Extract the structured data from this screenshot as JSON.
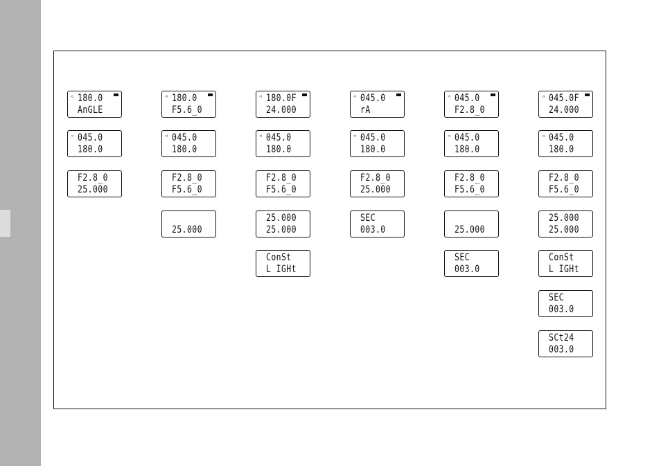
{
  "displays": [
    {
      "id": "c1-1",
      "arrow": "◃",
      "line1": "180.0",
      "line2": "AnGLE",
      "battery": true
    },
    {
      "id": "c1-2",
      "arrow": "◃",
      "line1": "045.0",
      "line2": "180.0",
      "battery": false
    },
    {
      "id": "c1-3",
      "arrow": "",
      "line1": "F2.8_0",
      "line2": "25.000",
      "battery": false
    },
    {
      "id": "c2-1",
      "arrow": "◃",
      "line1": "180.0",
      "line2": "F5.6_0",
      "battery": true
    },
    {
      "id": "c2-2",
      "arrow": "◃",
      "line1": "045.0",
      "line2": "180.0",
      "battery": false
    },
    {
      "id": "c2-3",
      "arrow": "",
      "line1": "F2.8_0",
      "line2": "F5.6_0",
      "battery": false
    },
    {
      "id": "c2-4",
      "arrow": "",
      "line1": "",
      "line2": "25.000",
      "battery": false
    },
    {
      "id": "c3-1",
      "arrow": "◃",
      "line1": "180.0F",
      "line2": "24.000",
      "battery": true
    },
    {
      "id": "c3-2",
      "arrow": "◃",
      "line1": "045.0",
      "line2": "180.0",
      "battery": false
    },
    {
      "id": "c3-3",
      "arrow": "",
      "line1": "F2.8_0",
      "line2": "F5.6_0",
      "battery": false
    },
    {
      "id": "c3-4",
      "arrow": "",
      "line1": "25.000",
      "line2": "25.000",
      "battery": false
    },
    {
      "id": "c3-5",
      "arrow": "",
      "line1": "ConSt",
      "line2": "L IGHt",
      "battery": false
    },
    {
      "id": "c4-1",
      "arrow": "◃",
      "line1": "045.0",
      "line2": "rA",
      "battery": true
    },
    {
      "id": "c4-2",
      "arrow": "◃",
      "line1": "045.0",
      "line2": "180.0",
      "battery": false
    },
    {
      "id": "c4-3",
      "arrow": "",
      "line1": "F2.8_0",
      "line2": "25.000",
      "battery": false
    },
    {
      "id": "c4-4",
      "arrow": "",
      "line1": "SEC",
      "line2": "003.0",
      "battery": false
    },
    {
      "id": "c5-1",
      "arrow": "◃",
      "line1": "045.0",
      "line2": "F2.8_0",
      "battery": true
    },
    {
      "id": "c5-2",
      "arrow": "◃",
      "line1": "045.0",
      "line2": "180.0",
      "battery": false
    },
    {
      "id": "c5-3",
      "arrow": "",
      "line1": "F2.8_0",
      "line2": "F5.6_0",
      "battery": false
    },
    {
      "id": "c5-4",
      "arrow": "",
      "line1": "",
      "line2": "25.000",
      "battery": false
    },
    {
      "id": "c5-5",
      "arrow": "",
      "line1": "SEC",
      "line2": "003.0",
      "battery": false
    },
    {
      "id": "c6-1",
      "arrow": "◃",
      "line1": "045.0F",
      "line2": "24.000",
      "battery": true
    },
    {
      "id": "c6-2",
      "arrow": "◃",
      "line1": "045.0",
      "line2": "180.0",
      "battery": false
    },
    {
      "id": "c6-3",
      "arrow": "",
      "line1": "F2.8_0",
      "line2": "F5.6_0",
      "battery": false
    },
    {
      "id": "c6-4",
      "arrow": "",
      "line1": "25.000",
      "line2": "25.000",
      "battery": false
    },
    {
      "id": "c6-5",
      "arrow": "",
      "line1": "ConSt",
      "line2": "L IGHt",
      "battery": false
    },
    {
      "id": "c6-6",
      "arrow": "",
      "line1": "SEC",
      "line2": "003.0",
      "battery": false
    },
    {
      "id": "c6-7",
      "arrow": "",
      "line1": "SCt24",
      "line2": "003.0",
      "battery": false
    }
  ]
}
